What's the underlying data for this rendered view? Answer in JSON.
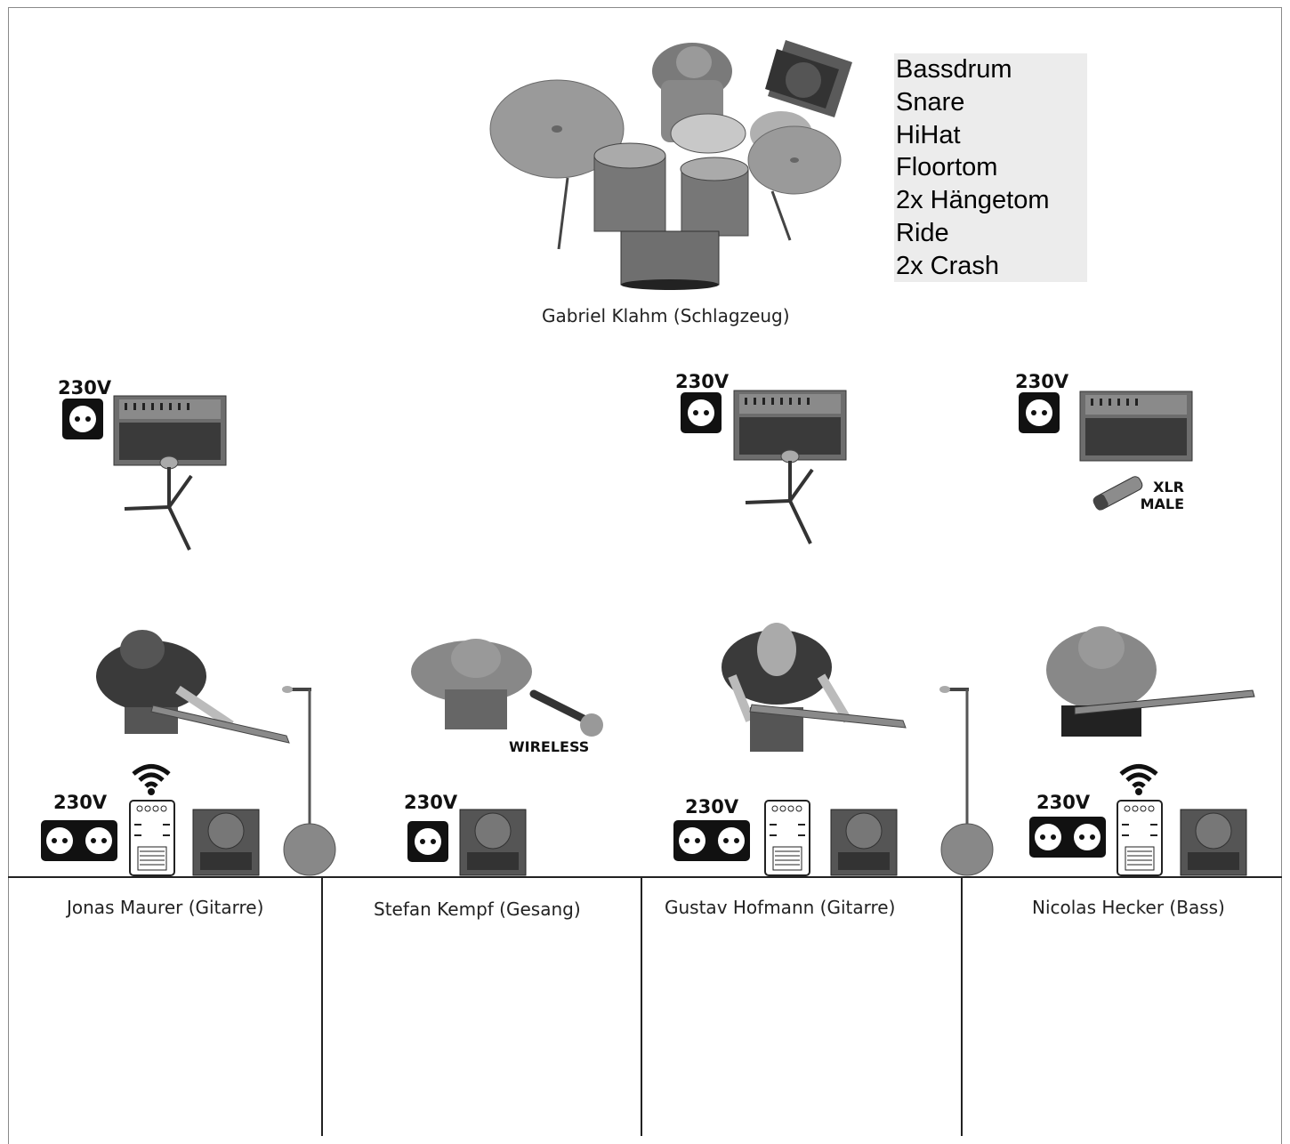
{
  "drum_list": {
    "items": [
      "Bassdrum",
      "Snare",
      "HiHat",
      "Floortom",
      "2x Hängetom",
      "Ride",
      "2x Crash"
    ]
  },
  "drummer": {
    "caption": "Gabriel Klahm (Schlagzeug)"
  },
  "power_labels": {
    "amp1": "230V",
    "amp2": "230V",
    "amp3": "230V",
    "front1": "230V",
    "front2": "230V",
    "front3": "230V",
    "front4": "230V"
  },
  "labels": {
    "xlr": "XLR\nMALE",
    "xlr_line1": "XLR",
    "xlr_line2": "MALE",
    "wireless": "WIRELESS"
  },
  "musicians": [
    {
      "caption": "Jonas Maurer (Gitarre)"
    },
    {
      "caption": "Stefan Kempf (Gesang)"
    },
    {
      "caption": "Gustav Hofmann (Gitarre)"
    },
    {
      "caption": "Nicolas Hecker (Bass)"
    }
  ],
  "colors": {
    "list_bg": "#ececec",
    "line": "#222222",
    "frame": "#8a8a8a"
  }
}
